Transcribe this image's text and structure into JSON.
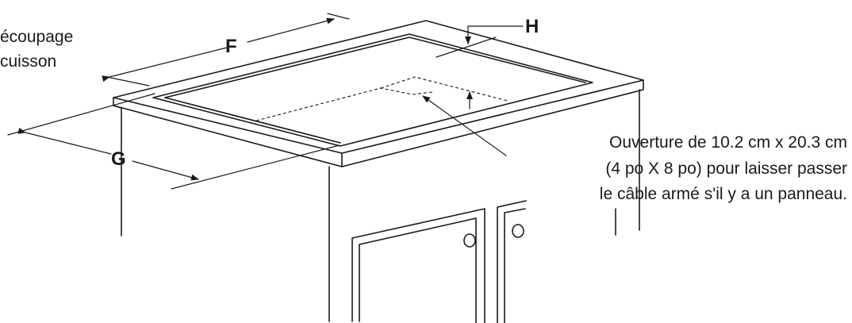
{
  "labels": {
    "F": "F",
    "G": "G",
    "H": "H"
  },
  "cutout_label": {
    "line1": "écoupage",
    "line2": "cuisson"
  },
  "opening_note": {
    "line1": "Ouverture de 10.2 cm x 20.3 cm",
    "line2": "(4 po X 8 po) pour laisser passer",
    "line3": "le câble armé s'il y a un panneau."
  },
  "colors": {
    "ink": "#1a1a1a",
    "background": "#ffffff"
  }
}
